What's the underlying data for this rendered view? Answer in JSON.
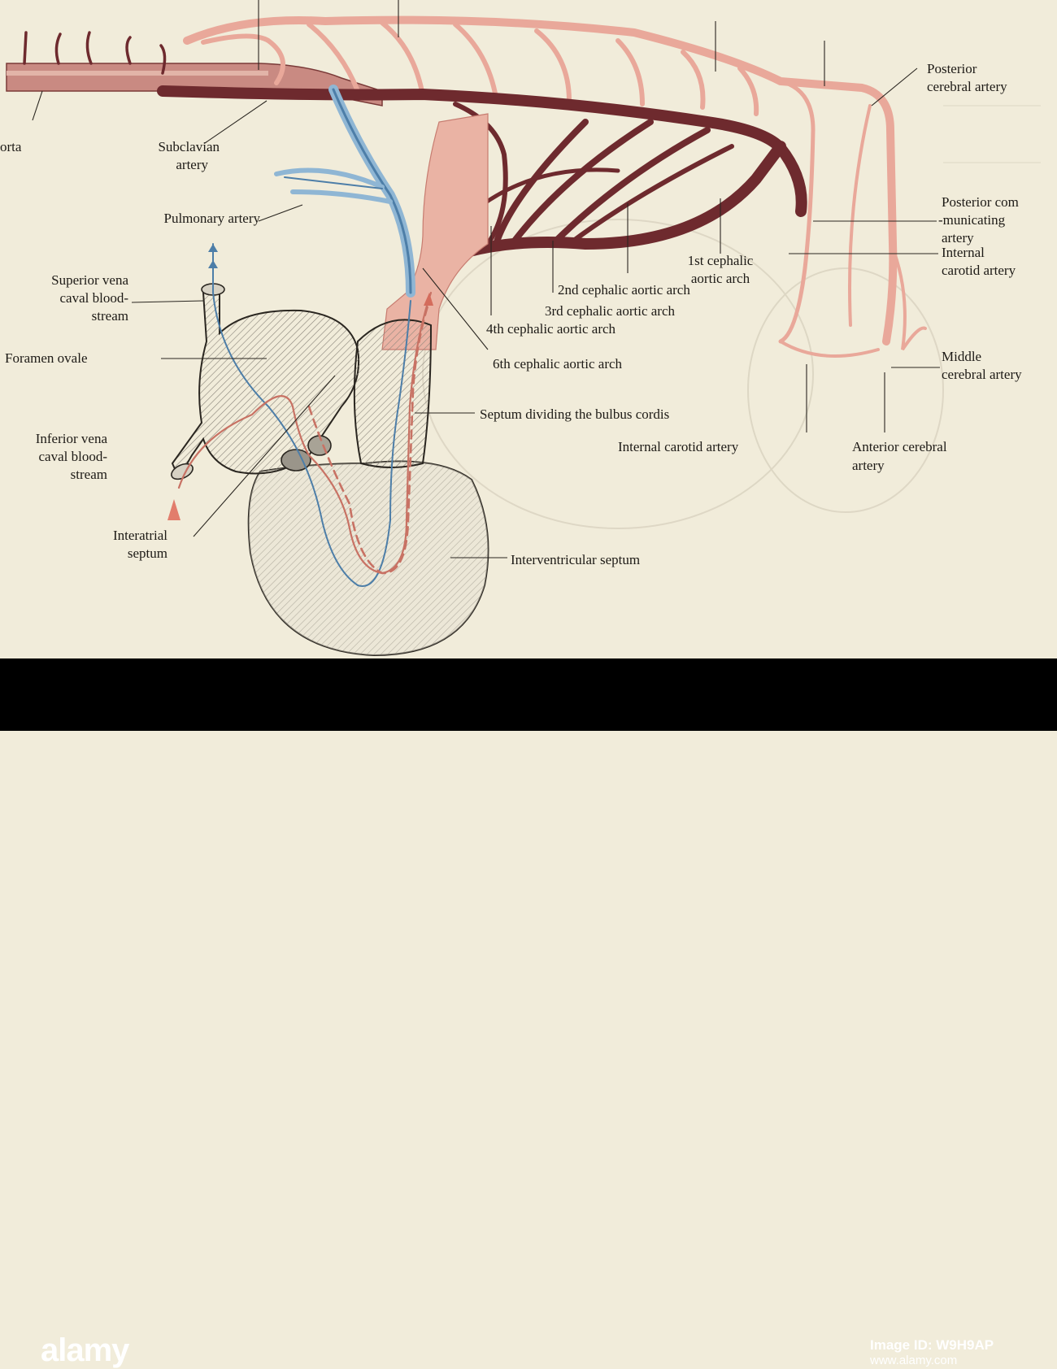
{
  "labels": {
    "aorta": "orta",
    "subclavian_1": "Subclavian",
    "subclavian_2": "artery",
    "pulmonary": "Pulmonary artery",
    "svc_1": "Superior vena",
    "svc_2": "caval blood-",
    "svc_3": "stream",
    "foramen": "Foramen ovale",
    "ivc_1": "Inferior vena",
    "ivc_2": "caval blood-",
    "ivc_3": "stream",
    "interatrial_1": "Interatrial",
    "interatrial_2": "septum",
    "posterior_cerebral_1": "Posterior",
    "posterior_cerebral_2": "cerebral artery",
    "posterior_comm_1": "Posterior com",
    "posterior_comm_2": "-municating",
    "posterior_comm_3": "artery",
    "internal_carotid_r1": "Internal",
    "internal_carotid_r2": "carotid artery",
    "middle_cerebral_1": "Middle",
    "middle_cerebral_2": "cerebral artery",
    "arch1_1": "1st cephalic",
    "arch1_2": "aortic arch",
    "arch2": "2nd cephalic aortic arch",
    "arch3": "3rd cephalic aortic arch",
    "arch4": "4th cephalic aortic arch",
    "arch6": "6th cephalic aortic arch",
    "septum_bulbus": "Septum dividing the bulbus cordis",
    "internal_carotid_b": "Internal carotid artery",
    "anterior_cerebral_1": "Anterior cerebral",
    "anterior_cerebral_2": "artery",
    "interventricular": "Interventricular septum"
  },
  "watermark": {
    "logo": "alamy",
    "image_id_label": "Image ID: W9H9AP",
    "site": "www.alamy.com"
  }
}
